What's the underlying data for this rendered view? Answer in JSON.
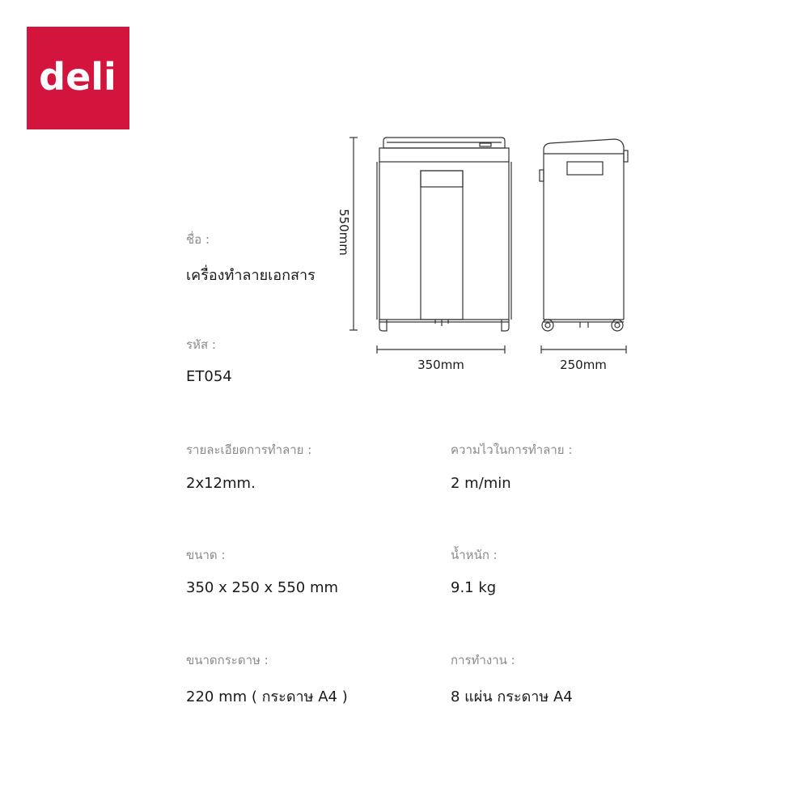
{
  "brand": {
    "logo_text": "deli",
    "logo_color": "#d3153d"
  },
  "dimensions": {
    "height": "550mm",
    "width": "350mm",
    "depth": "250mm"
  },
  "specs": {
    "name": {
      "label": "ชื่อ :",
      "value": "เครื่องทำลายเอกสาร"
    },
    "code": {
      "label": "รหัส :",
      "value": "ET054"
    },
    "shred_detail": {
      "label": "รายละเอียดการทำลาย :",
      "value": "2x12mm."
    },
    "speed": {
      "label": "ความไวในการทำลาย :",
      "value": "2 m/min"
    },
    "size": {
      "label": "ขนาด :",
      "value": "350 x 250 x 550 mm"
    },
    "weight": {
      "label": "น้ำหนัก :",
      "value": "9.1 kg"
    },
    "paper_size": {
      "label": "ขนาดกระดาษ :",
      "value": "220 mm ( กระดาษ A4 )"
    },
    "capacity": {
      "label": "การทำงาน :",
      "value": "8 แผ่น กระดาษ A4"
    }
  }
}
